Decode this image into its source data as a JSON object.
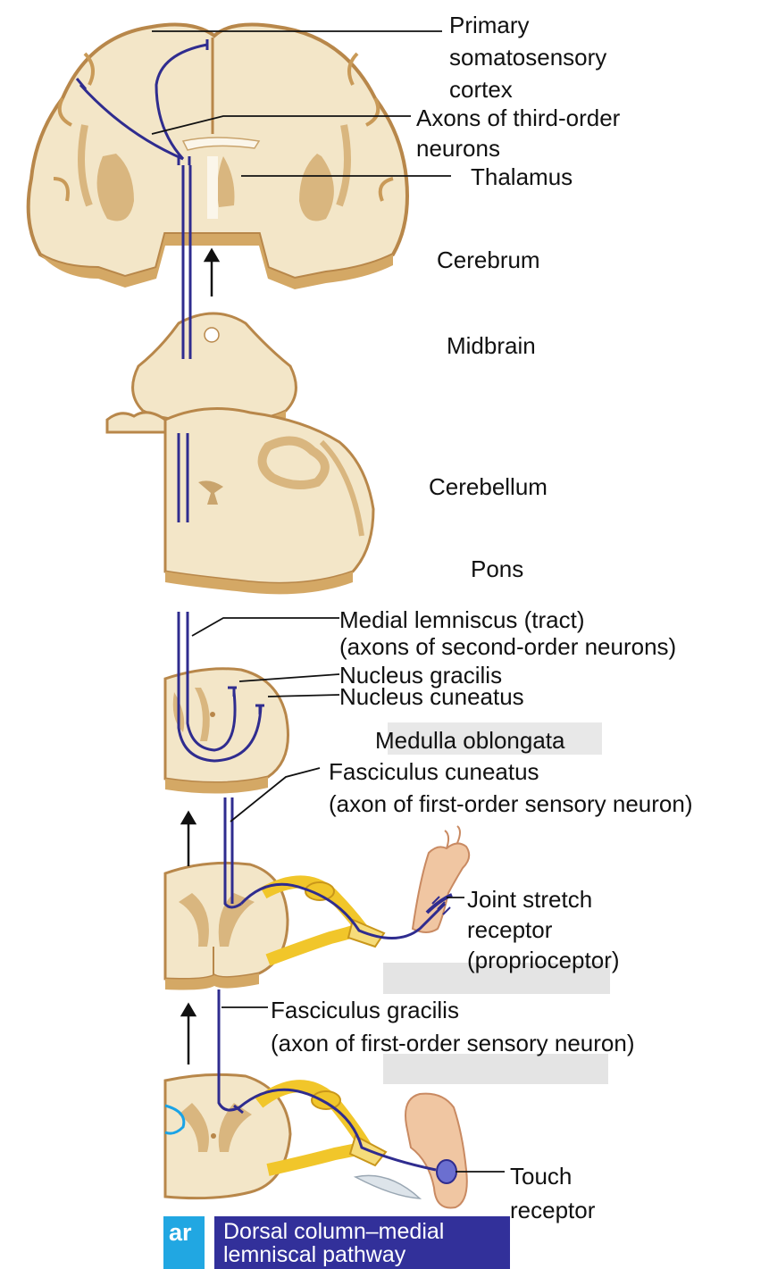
{
  "labels": {
    "primary_cortex": [
      "Primary",
      "somatosensory",
      "cortex"
    ],
    "third_order": [
      "Axons of third-order",
      "neurons"
    ],
    "thalamus": "Thalamus",
    "cerebrum": "Cerebrum",
    "midbrain": "Midbrain",
    "cerebellum": "Cerebellum",
    "pons": "Pons",
    "medial_lemniscus": [
      "Medial lemniscus (tract)",
      "(axons of second-order neurons)"
    ],
    "nucleus_gracilis": "Nucleus gracilis",
    "nucleus_cuneatus": "Nucleus cuneatus",
    "medulla": "Medulla oblongata",
    "fasciculus_cuneatus": [
      "Fasciculus cuneatus",
      "(axon of first-order sensory neuron)"
    ],
    "joint_receptor": [
      "Joint stretch",
      "receptor",
      "(proprioceptor)"
    ],
    "fasciculus_gracilis": [
      "Fasciculus gracilis",
      "(axon of first-order sensory neuron)"
    ],
    "touch_receptor": [
      "Touch",
      "receptor"
    ]
  },
  "footer": {
    "left_tag": "ar",
    "main_tag": [
      "Dorsal column–medial",
      "lemniscal pathway"
    ]
  },
  "colors": {
    "tissue": "#f3e6c8",
    "tissue_edge": "#b8874a",
    "grey_matter": "#d9b67f",
    "neuron": "#2f2c8f",
    "nerve": "#f1c62a",
    "footer_main": "#32309a",
    "footer_left": "#21a7e2"
  }
}
